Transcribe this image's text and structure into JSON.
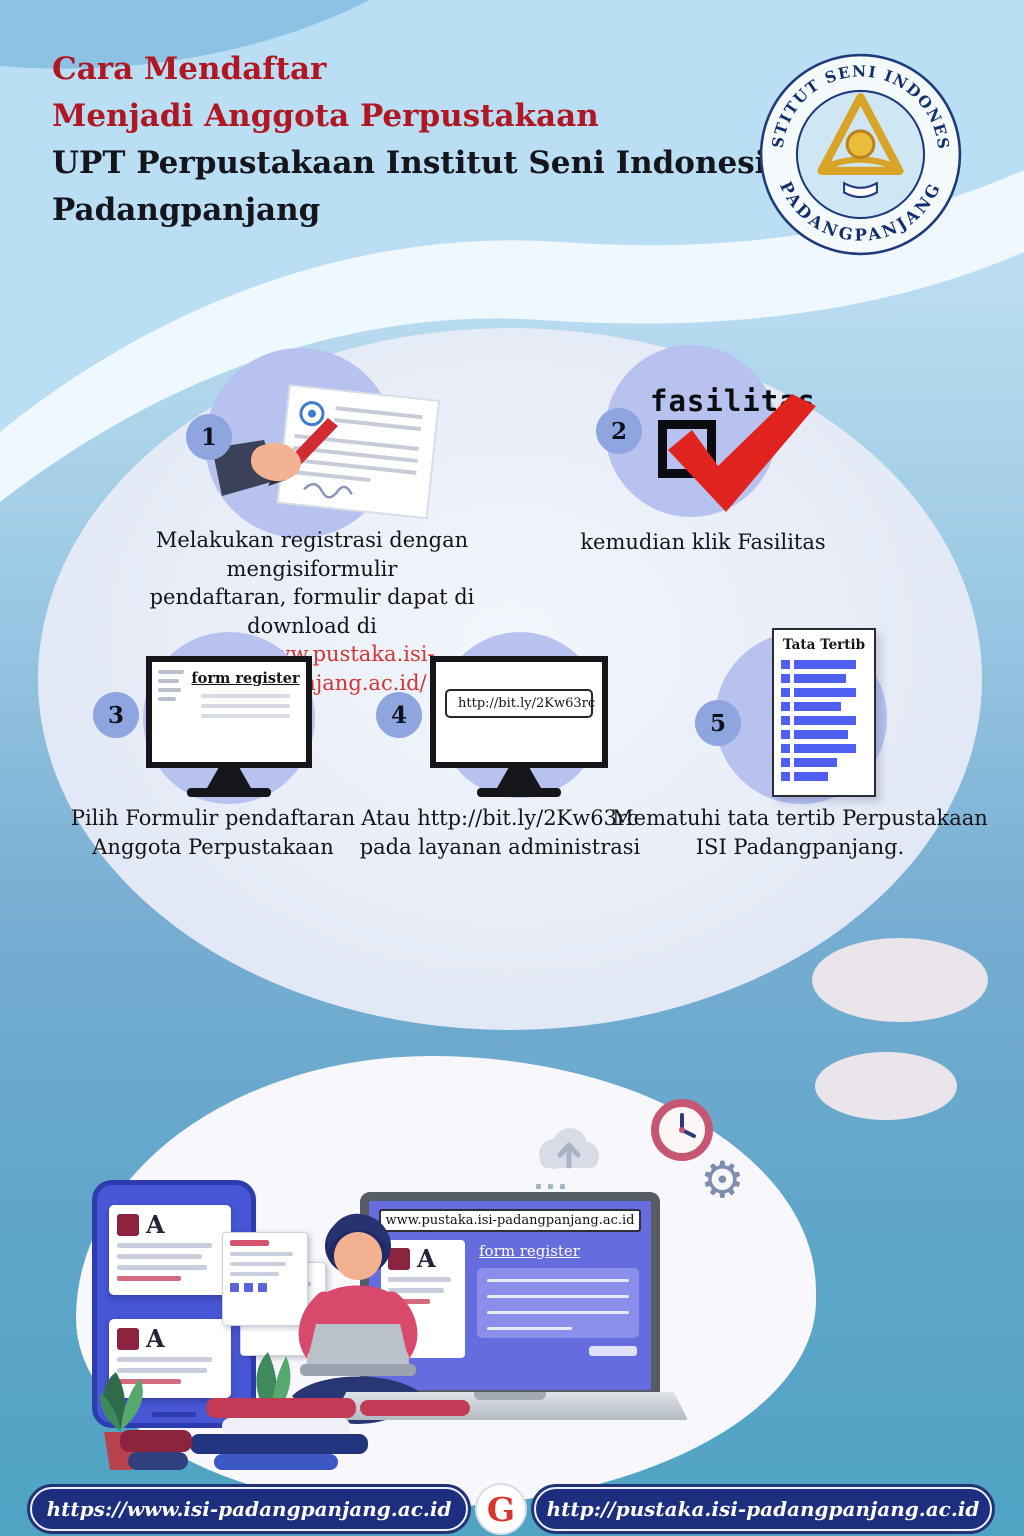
{
  "header": {
    "title_line1": "Cara Mendaftar",
    "title_line2": "Menjadi Anggota Perpustakaan",
    "title_line3": "UPT Perpustakaan Institut Seni Indonesia",
    "title_line4": "Padangpanjang",
    "logo_top": "INSTITUT SENI INDONESIA",
    "logo_bottom": "PADANGPANJANG"
  },
  "steps": [
    {
      "number": "1",
      "caption_line1": "Melakukan registrasi dengan mengisiformulir",
      "caption_line2": "pendaftaran, formulir dapat di download di",
      "link": "http://www.pustaka.isi-padangpanjang.ac.id/"
    },
    {
      "number": "2",
      "heading": "fasilitas",
      "caption_line1": "kemudian klik Fasilitas"
    },
    {
      "number": "3",
      "screen_title": "form register",
      "caption_line1": "Pilih Formulir pendaftaran",
      "caption_line2": "Anggota Perpustakaan"
    },
    {
      "number": "4",
      "screen_url": "http://bit.ly/2Kw63rc",
      "caption_line1": "Atau http://bit.ly/2Kw63rc",
      "caption_line2": "pada layanan administrasi"
    },
    {
      "number": "5",
      "doc_title": "Tata Tertib",
      "caption_line1": "Mematuhi tata tertib Perpustakaan",
      "caption_line2": "ISI Padangpanjang."
    }
  ],
  "illustration": {
    "laptop_url": "www.pustaka.isi-padangpanjang.ac.id",
    "form_title": "form register",
    "card_letter": "A"
  },
  "footer": {
    "left_url": "https://www.isi-padangpanjang.ac.id",
    "google_letter": "G",
    "right_url": "http://pustaka.isi-padangpanjang.ac.id"
  },
  "icons": {
    "gear_glyph": "⚙"
  },
  "colors": {
    "title_red": "#b01722",
    "link_red": "#d23535",
    "navy_pill": "#1d2e7e",
    "periwinkle_circle": "#b8c2ef",
    "check_red": "#e0231e",
    "doc_bar_blue": "#4f5ff2"
  }
}
